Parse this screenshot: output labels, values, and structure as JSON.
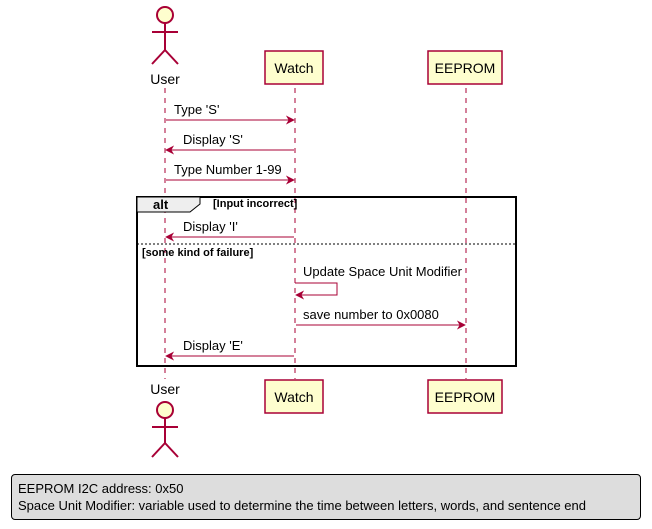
{
  "participants": {
    "user": "User",
    "watch": "Watch",
    "eeprom": "EEPROM"
  },
  "messages": [
    {
      "from": "user",
      "to": "watch",
      "text": "Type 'S'"
    },
    {
      "from": "watch",
      "to": "user",
      "text": "Display 'S'"
    },
    {
      "from": "user",
      "to": "watch",
      "text": "Type Number 1-99"
    },
    {
      "from": "watch",
      "to": "user",
      "text": "Display 'I'"
    },
    {
      "from": "watch",
      "to": "watch",
      "text": "Update Space Unit Modifier"
    },
    {
      "from": "watch",
      "to": "eeprom",
      "text": "save number to 0x0080"
    },
    {
      "from": "watch",
      "to": "user",
      "text": "Display 'E'"
    }
  ],
  "alt": {
    "keyword": "alt",
    "condition_1": "[Input incorrect]",
    "condition_2": "[some kind of failure]"
  },
  "legend": {
    "line_1": "EEPROM I2C address: 0x50",
    "line_2": "Space Unit Modifier: variable used to determine the time between letters, words, and sentence end"
  },
  "colors": {
    "message_line": "#a80036",
    "participant_fill": "#fefece",
    "lifeline": "#a80036",
    "legend_fill": "#dddddd"
  }
}
